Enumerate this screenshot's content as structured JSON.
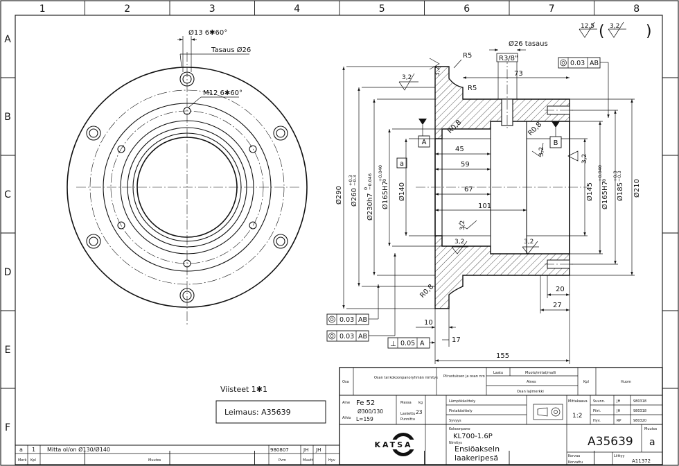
{
  "grid": {
    "columns": [
      "1",
      "2",
      "3",
      "4",
      "5",
      "6",
      "7",
      "8"
    ],
    "rows": [
      "A",
      "B",
      "C",
      "D",
      "E",
      "F"
    ]
  },
  "front_view": {
    "hole_label": "Ø13 6✱60°",
    "counterbore_label": "Tasaus Ø26",
    "thread_label": "M12 6✱60°"
  },
  "section_view": {
    "top_hole_label": "Ø26 tasaus",
    "pipe_thread": "R3/8\"",
    "radii": [
      "R5",
      "R5",
      "R0,8",
      "R0,8",
      "R0,8"
    ],
    "roughness": [
      "3,2",
      "3,2",
      "3,2",
      "3,2",
      "3,2",
      "3,2"
    ],
    "datums": [
      "A",
      "B",
      "a"
    ],
    "top_frame": {
      "value": "0.03",
      "ref": "AB"
    },
    "bottom_frames": [
      {
        "value": "0.03",
        "ref": "AB"
      },
      {
        "value": "0.03",
        "ref": "AB"
      }
    ],
    "perp_frame": {
      "symbol": "⊥",
      "value": "0.05",
      "ref": "A"
    },
    "horizontal_dims": [
      "73",
      "45",
      "59",
      "67",
      "101",
      "20",
      "27",
      "10",
      "17",
      "155"
    ],
    "vertical_dims": {
      "d290": "Ø290",
      "d260": "Ø260",
      "d260_tol_top": "+0.3",
      "d260_tol_bot": "−0.3",
      "d230": "Ø230h7",
      "d230_tol_top": "0",
      "d230_tol_bot": "−0.046",
      "d165_left": "Ø165H7",
      "d165_left_tol_top": "+0.040",
      "d165_left_tol_bot": "0",
      "d140": "Ø140",
      "d145": "Ø145",
      "d165_right": "Ø165H7",
      "d165_right_tol_top": "+0.040",
      "d165_right_tol_bot": "0",
      "d185": "Ø185",
      "d185_tol_top": "+0.3",
      "d185_tol_bot": "−0.3",
      "d210": "Ø210"
    }
  },
  "surface_header": {
    "a": "12,5",
    "b": "3,2"
  },
  "notes": {
    "scale": "Viisteet 1✱1",
    "stamp": "Leimaus: A35639"
  },
  "revision": {
    "mark": "a",
    "count": "1",
    "text": "Mitta ol/on Ø130/Ø140",
    "date": "980807",
    "checked1": "JH",
    "checked2": "JH",
    "headers": [
      "Merk",
      "Kpl",
      "Muutos",
      "Pvm",
      "Muutt",
      "Hyv"
    ]
  },
  "title_block": {
    "row1": {
      "osa": "Osa",
      "osan_nimi": "Osan tai kokoonpanoryhmän nimitys",
      "piirustus": "Piirustuksen ja osan nro",
      "laatu": "Laatu",
      "mm": "Muoto/mitat/malli",
      "aines": "Aines",
      "osan_lajimerkki": "Osan lajimerkki",
      "kpl": "Kpl",
      "huom": "Huom"
    },
    "material_label": "Aine",
    "material": "Fe 52",
    "raw_label": "Aihio",
    "raw_dim": "Ø300/130",
    "raw_len": "L=159",
    "mass_label": "Massa",
    "mass_unit": "kg",
    "calc_label": "Laskettu",
    "calc_value": "23",
    "weighed_label": "Punnittu",
    "heat_label": "Lämpökäsittely",
    "surface_label": "Pintakäsittely",
    "hard_label": "Syvyys",
    "scale_label": "Mittakaava",
    "scale": "1:2",
    "signatures": [
      {
        "role": "Suunn.",
        "name": "JH",
        "date": "980318"
      },
      {
        "role": "Piirt.",
        "name": "JH",
        "date": "980318"
      },
      {
        "role": "Hyv.",
        "name": "RP",
        "date": "980320"
      }
    ],
    "company": "KATSA",
    "assembly_label": "Kokoonpano",
    "assembly": "KL700-1.6P",
    "name_label": "Nimitys",
    "name_line1": "Ensiöakseln",
    "name_line2": "laakeripesä",
    "drawing_no": "A35639",
    "rev_label": "Muutos",
    "rev": "a",
    "replaces_label": "Korvaa",
    "replaced_by_label": "Korvattu",
    "joined_label": "Liittyy",
    "joined": "A11372"
  }
}
